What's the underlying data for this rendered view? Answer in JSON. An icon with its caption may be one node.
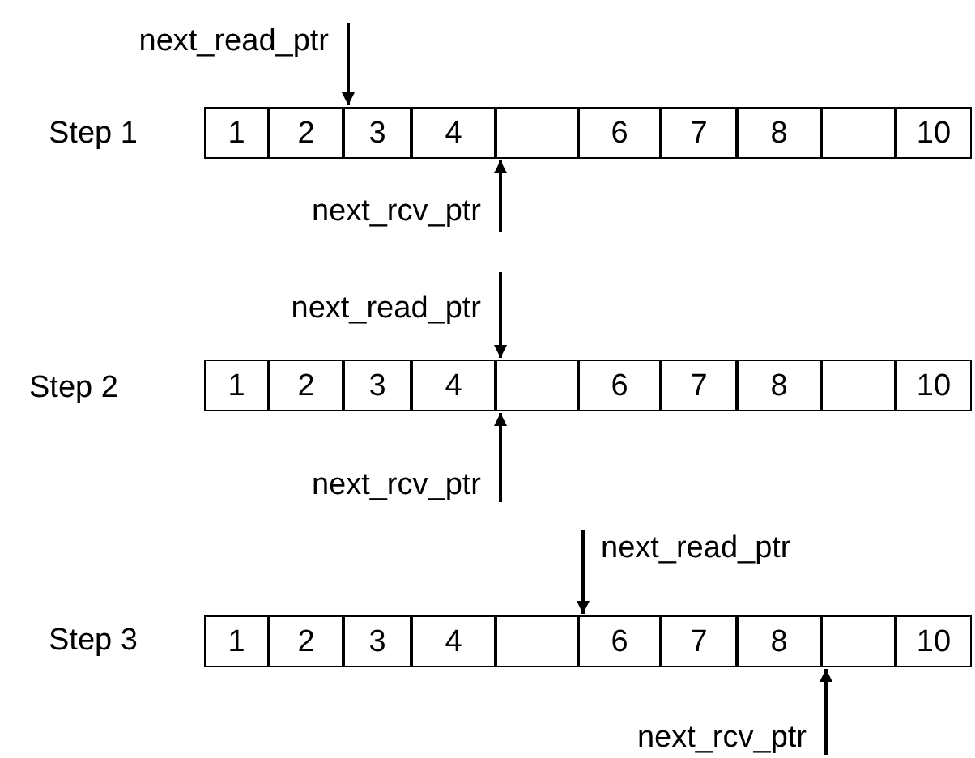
{
  "diagram": {
    "nodes": [
      {
        "text": [
          "next_read_ptr"
        ]
      },
      {
        "text": [
          "1"
        ]
      },
      {
        "text": [
          "2"
        ]
      },
      {
        "text": [
          "3"
        ]
      },
      {
        "text": [
          "4"
        ]
      },
      {
        "text": [],
        "shape": "box"
      },
      {
        "text": [
          "6"
        ]
      },
      {
        "text": [
          "7"
        ]
      },
      {
        "text": [
          "8"
        ]
      },
      {
        "text": [],
        "shape": "box"
      },
      {
        "text": [
          "10"
        ]
      },
      {
        "text": [
          "next_rcv_ptr"
        ]
      },
      {
        "text": [
          "next_read_ptr"
        ]
      },
      {
        "text": [
          "1"
        ]
      },
      {
        "text": [
          "2"
        ]
      },
      {
        "text": [
          "3"
        ]
      },
      {
        "text": [
          "4"
        ]
      },
      {
        "text": [],
        "shape": "box"
      },
      {
        "text": [
          "6"
        ]
      },
      {
        "text": [
          "7"
        ]
      },
      {
        "text": [
          "8"
        ]
      },
      {
        "text": [],
        "shape": "box"
      },
      {
        "text": [
          "10"
        ]
      },
      {
        "text": [
          "next_rcv_ptr"
        ]
      },
      {
        "text": [
          "next_read_ptr"
        ]
      },
      {
        "text": [
          "1"
        ]
      },
      {
        "text": [
          "2"
        ]
      },
      {
        "text": [
          "3"
        ]
      },
      {
        "text": [
          "4"
        ]
      },
      {
        "text": [],
        "shape": "box"
      },
      {
        "text": [
          "6"
        ]
      },
      {
        "text": [
          "7"
        ]
      },
      {
        "text": [
          "8"
        ]
      },
      {
        "text": [],
        "shape": "box"
      },
      {
        "text": [
          "10"
        ]
      },
      {
        "text": [
          "next_rcv_ptr"
        ]
      }
    ],
    "edges": [
      {
        "from": 0,
        "to": 3,
        "arrow": "to"
      },
      {
        "from": 11,
        "to": 5,
        "arrow": "to"
      },
      {
        "from": 12,
        "to": 17,
        "arrow": "to"
      },
      {
        "from": 23,
        "to": 17,
        "arrow": "to"
      },
      {
        "from": 24,
        "to": 30,
        "arrow": "to"
      },
      {
        "from": 35,
        "to": 33,
        "arrow": "to"
      }
    ],
    "labels": [
      "Step 1",
      "Step 2",
      "Step 3"
    ]
  }
}
